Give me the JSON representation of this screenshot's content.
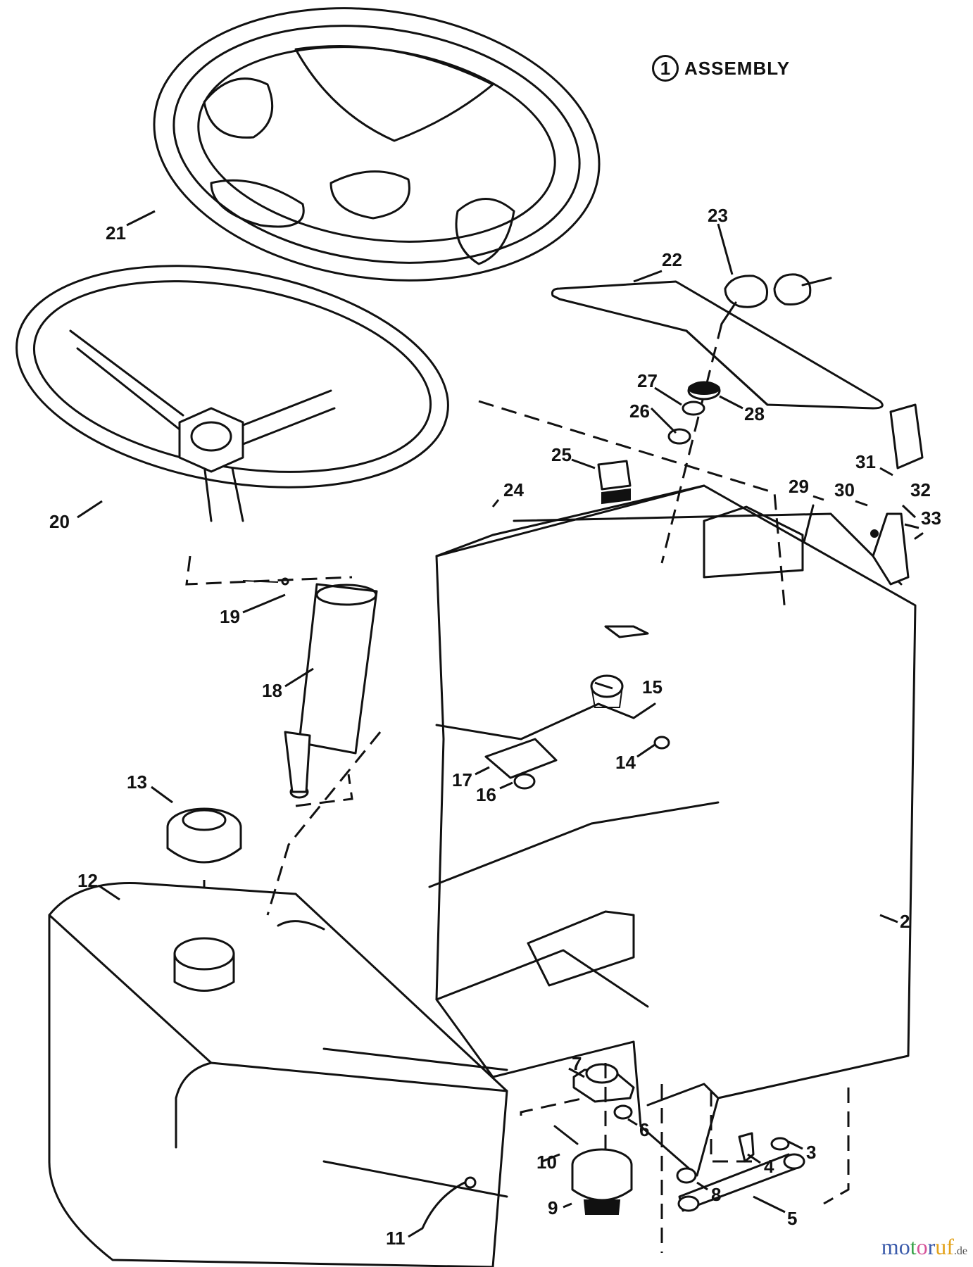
{
  "diagram": {
    "title_number": "1",
    "title": "ASSEMBLY",
    "watermark": {
      "brand_letters": [
        "m",
        "o",
        "t",
        "o",
        "r",
        "u",
        "f"
      ],
      "tld": ".de",
      "colors": [
        "#3b5bab",
        "#3b5bab",
        "#3aa34a",
        "#d6549a",
        "#3b5bab",
        "#e3a21a",
        "#e3a21a"
      ]
    },
    "callouts": [
      "2",
      "3",
      "4",
      "5",
      "6",
      "7",
      "8",
      "9",
      "10",
      "11",
      "12",
      "13",
      "14",
      "15",
      "16",
      "17",
      "18",
      "19",
      "20",
      "21",
      "22",
      "23",
      "24",
      "25",
      "26",
      "27",
      "28",
      "29",
      "30",
      "31",
      "32",
      "33"
    ],
    "parts": [
      {
        "id": "2",
        "name": "dash-console-housing"
      },
      {
        "id": "3",
        "name": "washer"
      },
      {
        "id": "4",
        "name": "carriage-bolt"
      },
      {
        "id": "5",
        "name": "support-bracket"
      },
      {
        "id": "6",
        "name": "nut"
      },
      {
        "id": "7",
        "name": "switch"
      },
      {
        "id": "8",
        "name": "hex-nut"
      },
      {
        "id": "9",
        "name": "ignition-switch"
      },
      {
        "id": "10",
        "name": "pin"
      },
      {
        "id": "11",
        "name": "fuel-line-clamp"
      },
      {
        "id": "12",
        "name": "fuel-tank"
      },
      {
        "id": "13",
        "name": "fuel-cap"
      },
      {
        "id": "14",
        "name": "nut"
      },
      {
        "id": "15",
        "name": "ignition-switch"
      },
      {
        "id": "16",
        "name": "grommet"
      },
      {
        "id": "17",
        "name": "plate"
      },
      {
        "id": "18",
        "name": "steering-shaft"
      },
      {
        "id": "19",
        "name": "roll-pin"
      },
      {
        "id": "20",
        "name": "steering-wheel-three-spoke"
      },
      {
        "id": "21",
        "name": "steering-wheel-deluxe"
      },
      {
        "id": "22",
        "name": "decal"
      },
      {
        "id": "23",
        "name": "ignition-keys"
      },
      {
        "id": "24",
        "name": "screw"
      },
      {
        "id": "25",
        "name": "rocker-switch"
      },
      {
        "id": "26",
        "name": "washer"
      },
      {
        "id": "27",
        "name": "lock-washer"
      },
      {
        "id": "28",
        "name": "nut"
      },
      {
        "id": "29",
        "name": "screw"
      },
      {
        "id": "30",
        "name": "nut"
      },
      {
        "id": "31",
        "name": "throttle-knob"
      },
      {
        "id": "32",
        "name": "throttle-lever"
      },
      {
        "id": "33",
        "name": "screw"
      }
    ]
  }
}
